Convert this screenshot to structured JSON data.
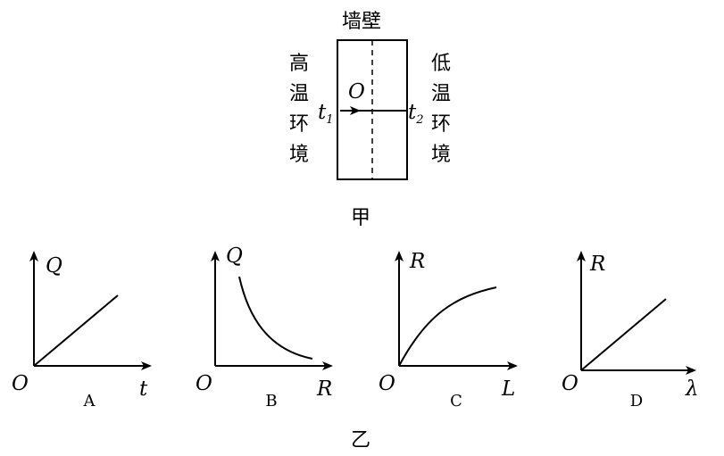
{
  "figure_jia": {
    "wall_label": "墙壁",
    "left_env": [
      "高",
      "温",
      "环",
      "境"
    ],
    "right_env": [
      "低",
      "温",
      "环",
      "境"
    ],
    "origin": "O",
    "t1": {
      "letter": "t",
      "sub": "1"
    },
    "t2": {
      "letter": "t",
      "sub": "2"
    },
    "caption": "甲"
  },
  "figure_yi_caption": "乙",
  "graphs": [
    {
      "caption": "A",
      "origin": "O",
      "xlabel": "t",
      "ylabel": "Q",
      "curve": "linear"
    },
    {
      "caption": "B",
      "origin": "O",
      "xlabel": "R",
      "ylabel": "Q",
      "curve": "inverse"
    },
    {
      "caption": "C",
      "origin": "O",
      "xlabel": "L",
      "ylabel": "R",
      "curve": "concave-increasing"
    },
    {
      "caption": "D",
      "origin": "O",
      "xlabel": "λ",
      "ylabel": "R",
      "curve": "linear"
    }
  ]
}
